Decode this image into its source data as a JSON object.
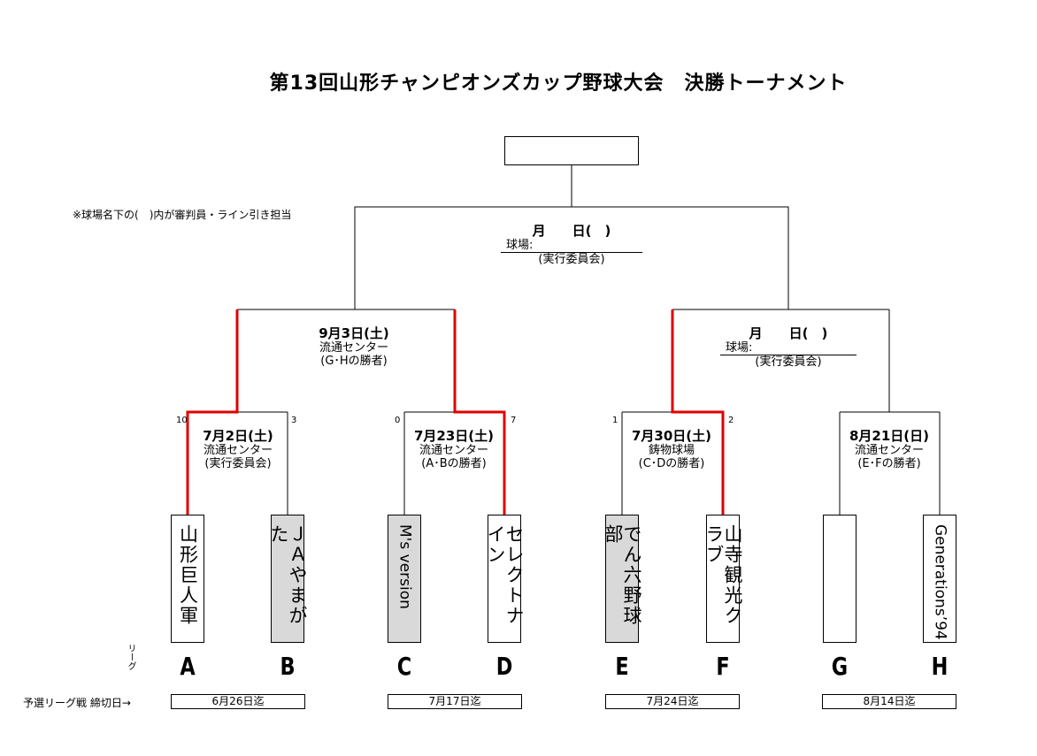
{
  "title": "第13回山形チャンピオンズカップ野球大会　決勝トーナメント",
  "note": "※球場名下の(　)内が審判員・ライン引き担当",
  "final": {
    "date": "月　　日(　)",
    "venue": "球場:",
    "referee": "(実行委員会)",
    "champion": ""
  },
  "semis": [
    {
      "date": "9月3日(土)",
      "venue": "流通センター",
      "referee": "(G･Hの勝者)"
    },
    {
      "date": "月　　日(　)",
      "venue": "球場:",
      "referee": "(実行委員会)"
    }
  ],
  "quarters": [
    {
      "date": "7月2日(土)",
      "venue": "流通センター",
      "referee": "(実行委員会)",
      "score_left": "10",
      "score_right": "3"
    },
    {
      "date": "7月23日(土)",
      "venue": "流通センター",
      "referee": "(A･Bの勝者)",
      "score_left": "0",
      "score_right": "7"
    },
    {
      "date": "7月30日(土)",
      "venue": "鋳物球場",
      "referee": "(C･Dの勝者)",
      "score_left": "1",
      "score_right": "2"
    },
    {
      "date": "8月21日(日)",
      "venue": "流通センター",
      "referee": "(E･Fの勝者)",
      "score_left": "",
      "score_right": ""
    }
  ],
  "teams": [
    {
      "name": "山形巨人軍",
      "league": "A",
      "shaded": false
    },
    {
      "name": "ＪＡやまがた",
      "league": "B",
      "shaded": true
    },
    {
      "name": "M's version",
      "league": "C",
      "shaded": true
    },
    {
      "name": "セレクトナイン",
      "league": "D",
      "shaded": false
    },
    {
      "name": "でん六野球部",
      "league": "E",
      "shaded": true
    },
    {
      "name": "山寺観光クラブ",
      "league": "F",
      "shaded": false
    },
    {
      "name": "",
      "league": "G",
      "shaded": false
    },
    {
      "name": "Generations’94",
      "league": "H",
      "shaded": false
    }
  ],
  "league_label": "リーグ",
  "deadline_label": "予選リーグ戦 締切日→",
  "deadlines": [
    "6月26日迄",
    "7月17日迄",
    "7月24日迄",
    "8月14日迄"
  ],
  "colors": {
    "winner_line": "#e00000",
    "line": "#000000",
    "shade": "#d9d9d9"
  }
}
